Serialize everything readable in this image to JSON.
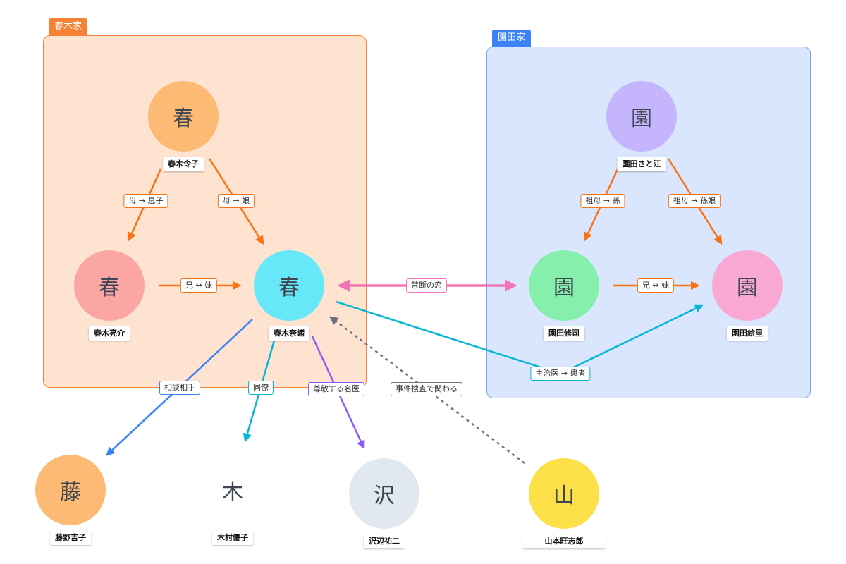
{
  "groups": {
    "haruki": {
      "label": "春木家",
      "color": "#f58235",
      "fill": "#fde3d0"
    },
    "sonoda": {
      "label": "園田家",
      "color": "#3b82f6",
      "stroke": "#7aa5e8",
      "fill": "#d9e6fd"
    }
  },
  "people": {
    "reiko": {
      "glyph": "春",
      "name": "春木令子",
      "color": "#fdba74"
    },
    "ryosuke": {
      "glyph": "春",
      "name": "春木亮介",
      "color": "#fca5a5"
    },
    "nao": {
      "glyph": "春",
      "name": "春木奈緒",
      "color": "#67e8f9"
    },
    "satoe": {
      "glyph": "園",
      "name": "園田さと江",
      "color": "#c4b5fd"
    },
    "shuji": {
      "glyph": "園",
      "name": "園田修司",
      "color": "#86efac"
    },
    "eri": {
      "glyph": "園",
      "name": "園田絵里",
      "color": "#f9a8d4"
    },
    "fujino": {
      "glyph": "藤",
      "name": "藤野吉子",
      "color": "#fdba74"
    },
    "kimura": {
      "glyph": "木",
      "name": "木村優子",
      "color": "#ffffff"
    },
    "sawabe": {
      "glyph": "沢",
      "name": "沢辺祐二",
      "color": "#e2e8f0"
    },
    "yamamoto": {
      "glyph": "山",
      "name": "山本旺志郎",
      "color": "#fde047"
    }
  },
  "relations": {
    "mother_son": {
      "label": "母 → 息子",
      "color": "#f97316"
    },
    "mother_daughter": {
      "label": "母 → 娘",
      "color": "#f97316"
    },
    "siblings_haruki": {
      "label": "兄 ↔ 妹",
      "color": "#f97316"
    },
    "gm_grandson": {
      "label": "祖母 → 孫",
      "color": "#f97316"
    },
    "gm_granddaughter": {
      "label": "祖母 → 孫娘",
      "color": "#f97316"
    },
    "siblings_sonoda": {
      "label": "兄 ↔ 妹",
      "color": "#f97316"
    },
    "forbidden_love": {
      "label": "禁断の恋",
      "color": "#f472b6"
    },
    "doctor_patient": {
      "label": "主治医 → 患者",
      "color": "#06b6d4"
    },
    "counselor": {
      "label": "相談相手",
      "color": "#3b82f6"
    },
    "colleague": {
      "label": "同僚",
      "color": "#06b6d4"
    },
    "respected_doctor": {
      "label": "尊敬する名医",
      "color": "#8b5cf6"
    },
    "investigation": {
      "label": "事件捜査で関わる",
      "color": "#6b7280"
    }
  }
}
